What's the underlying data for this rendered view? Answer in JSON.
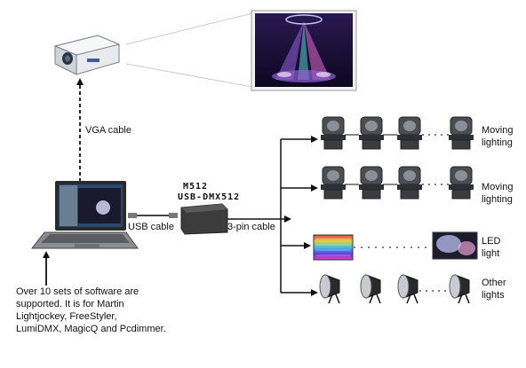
{
  "labels": {
    "vga_cable": "VGA cable",
    "usb_cable": "USB cable",
    "pin_cable": "3-pin cable",
    "device_line1": "M512",
    "device_line2": "USB-DMX512",
    "moving1_line1": "Moving",
    "moving1_line2": "lighting",
    "moving2_line1": "Moving",
    "moving2_line2": "lighting",
    "led_line1": "LED",
    "led_line2": "light",
    "other_line1": "Other",
    "other_line2": "lights"
  },
  "software_note": [
    "Over 10 sets of software are",
    "supported. It is for Martin",
    "Lightjockey, FreeStyler,",
    "LumiDMX, MagicQ and Pcdimmer."
  ],
  "colors": {
    "line": "#111111",
    "device": "#3a3a3a",
    "screen_bg": "#1a0f3a"
  },
  "icons": [
    "projector-icon",
    "projection-screen-icon",
    "laptop-icon",
    "dmx-interface-icon",
    "moving-head-icon",
    "led-bar-icon",
    "par-can-icon"
  ]
}
